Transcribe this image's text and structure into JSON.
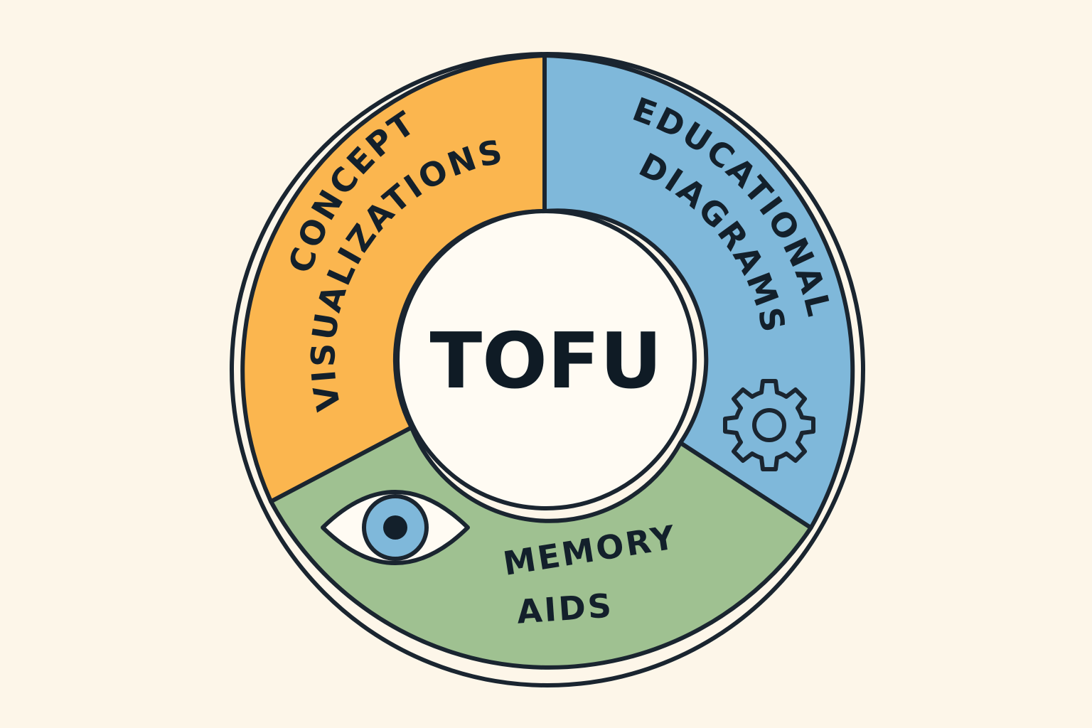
{
  "diagram": {
    "center": {
      "label": "TOFU"
    },
    "segments": [
      {
        "id": "concept",
        "lines": [
          "CONCEPT",
          "VISUALIZATIONS"
        ],
        "color": "#fbb64f"
      },
      {
        "id": "educational",
        "lines": [
          "EDUCATIONAL",
          "DIAGRAMS"
        ],
        "color": "#7fb8da",
        "icon": "gear-icon"
      },
      {
        "id": "memory",
        "lines": [
          "MEMORY",
          "AIDS"
        ],
        "color": "#9fc191",
        "icon": "eye-icon"
      }
    ],
    "colors": {
      "background": "#fdf6e9",
      "outline": "#1a2530",
      "center_fill": "#fffbf3",
      "eye_iris": "#7fb8da"
    }
  }
}
